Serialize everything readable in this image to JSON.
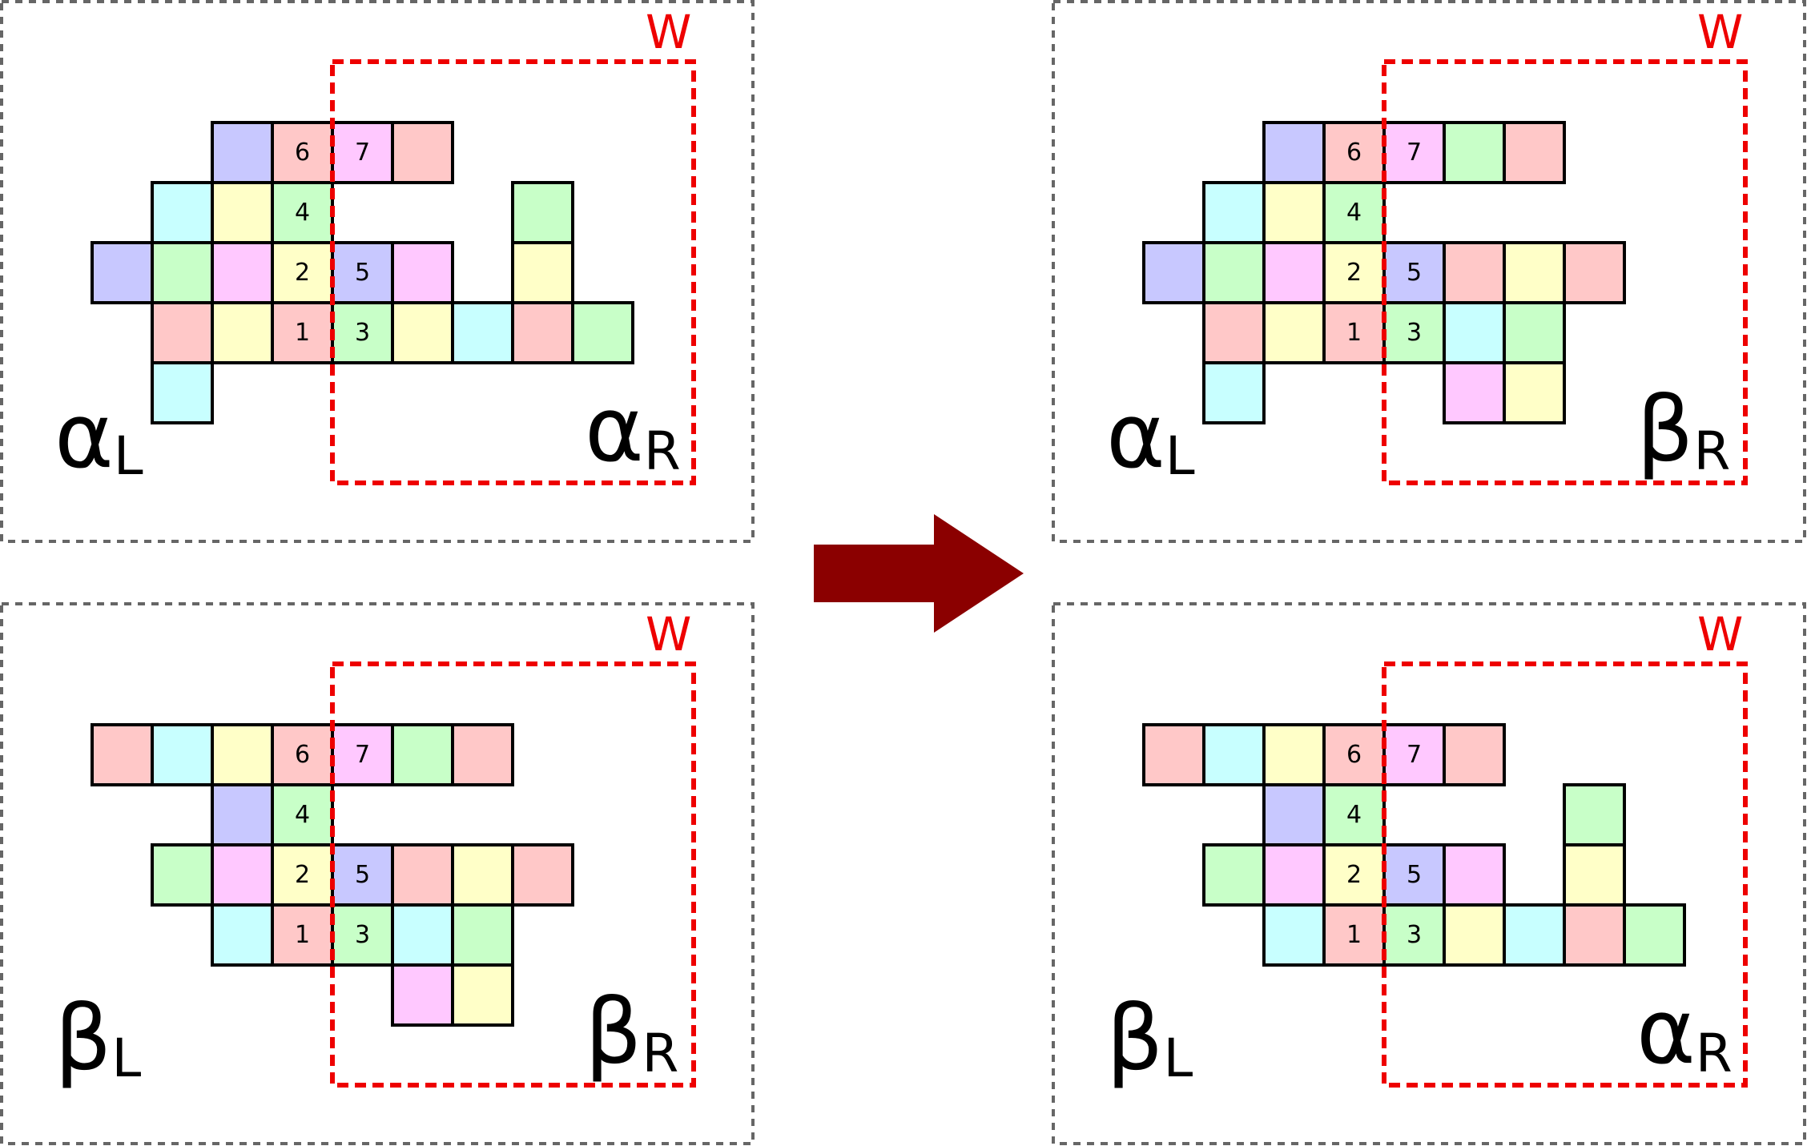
{
  "colors": {
    "pink": "#ffc8c8",
    "cyan": "#c8ffff",
    "yellow": "#ffffc8",
    "green": "#c8ffc8",
    "blue": "#c8c8ff",
    "magenta": "#ffc8ff",
    "window": "#ee0000",
    "arrow": "#8b0000",
    "frame": "#666666"
  },
  "arrow": {
    "icon": "right-arrow-icon"
  },
  "panels": [
    {
      "id": "top-left",
      "window_label": "W",
      "left_label": {
        "greek": "α",
        "sub": "L"
      },
      "right_label": {
        "greek": "α",
        "sub": "R"
      },
      "cells": [
        {
          "c": 3,
          "r": 0,
          "color": "blue",
          "num": ""
        },
        {
          "c": 4,
          "r": 0,
          "color": "pink",
          "num": "6"
        },
        {
          "c": 5,
          "r": 0,
          "color": "magenta",
          "num": "7"
        },
        {
          "c": 6,
          "r": 0,
          "color": "pink",
          "num": ""
        },
        {
          "c": 2,
          "r": 1,
          "color": "cyan",
          "num": ""
        },
        {
          "c": 3,
          "r": 1,
          "color": "yellow",
          "num": ""
        },
        {
          "c": 4,
          "r": 1,
          "color": "green",
          "num": "4"
        },
        {
          "c": 8,
          "r": 1,
          "color": "green",
          "num": ""
        },
        {
          "c": 1,
          "r": 2,
          "color": "blue",
          "num": ""
        },
        {
          "c": 2,
          "r": 2,
          "color": "green",
          "num": ""
        },
        {
          "c": 3,
          "r": 2,
          "color": "magenta",
          "num": ""
        },
        {
          "c": 4,
          "r": 2,
          "color": "yellow",
          "num": "2"
        },
        {
          "c": 5,
          "r": 2,
          "color": "blue",
          "num": "5"
        },
        {
          "c": 6,
          "r": 2,
          "color": "magenta",
          "num": ""
        },
        {
          "c": 8,
          "r": 2,
          "color": "yellow",
          "num": ""
        },
        {
          "c": 2,
          "r": 3,
          "color": "pink",
          "num": ""
        },
        {
          "c": 3,
          "r": 3,
          "color": "yellow",
          "num": ""
        },
        {
          "c": 4,
          "r": 3,
          "color": "pink",
          "num": "1"
        },
        {
          "c": 5,
          "r": 3,
          "color": "green",
          "num": "3"
        },
        {
          "c": 6,
          "r": 3,
          "color": "yellow",
          "num": ""
        },
        {
          "c": 7,
          "r": 3,
          "color": "cyan",
          "num": ""
        },
        {
          "c": 8,
          "r": 3,
          "color": "pink",
          "num": ""
        },
        {
          "c": 9,
          "r": 3,
          "color": "green",
          "num": ""
        },
        {
          "c": 2,
          "r": 4,
          "color": "cyan",
          "num": ""
        }
      ]
    },
    {
      "id": "top-right",
      "window_label": "W",
      "left_label": {
        "greek": "α",
        "sub": "L"
      },
      "right_label": {
        "greek": "β",
        "sub": "R"
      },
      "cells": [
        {
          "c": 3,
          "r": 0,
          "color": "blue",
          "num": ""
        },
        {
          "c": 4,
          "r": 0,
          "color": "pink",
          "num": "6"
        },
        {
          "c": 5,
          "r": 0,
          "color": "magenta",
          "num": "7"
        },
        {
          "c": 6,
          "r": 0,
          "color": "green",
          "num": ""
        },
        {
          "c": 7,
          "r": 0,
          "color": "pink",
          "num": ""
        },
        {
          "c": 2,
          "r": 1,
          "color": "cyan",
          "num": ""
        },
        {
          "c": 3,
          "r": 1,
          "color": "yellow",
          "num": ""
        },
        {
          "c": 4,
          "r": 1,
          "color": "green",
          "num": "4"
        },
        {
          "c": 1,
          "r": 2,
          "color": "blue",
          "num": ""
        },
        {
          "c": 2,
          "r": 2,
          "color": "green",
          "num": ""
        },
        {
          "c": 3,
          "r": 2,
          "color": "magenta",
          "num": ""
        },
        {
          "c": 4,
          "r": 2,
          "color": "yellow",
          "num": "2"
        },
        {
          "c": 5,
          "r": 2,
          "color": "blue",
          "num": "5"
        },
        {
          "c": 6,
          "r": 2,
          "color": "pink",
          "num": ""
        },
        {
          "c": 7,
          "r": 2,
          "color": "yellow",
          "num": ""
        },
        {
          "c": 8,
          "r": 2,
          "color": "pink",
          "num": ""
        },
        {
          "c": 2,
          "r": 3,
          "color": "pink",
          "num": ""
        },
        {
          "c": 3,
          "r": 3,
          "color": "yellow",
          "num": ""
        },
        {
          "c": 4,
          "r": 3,
          "color": "pink",
          "num": "1"
        },
        {
          "c": 5,
          "r": 3,
          "color": "green",
          "num": "3"
        },
        {
          "c": 6,
          "r": 3,
          "color": "cyan",
          "num": ""
        },
        {
          "c": 7,
          "r": 3,
          "color": "green",
          "num": ""
        },
        {
          "c": 2,
          "r": 4,
          "color": "cyan",
          "num": ""
        },
        {
          "c": 6,
          "r": 4,
          "color": "magenta",
          "num": ""
        },
        {
          "c": 7,
          "r": 4,
          "color": "yellow",
          "num": ""
        }
      ]
    },
    {
      "id": "bottom-left",
      "window_label": "W",
      "left_label": {
        "greek": "β",
        "sub": "L"
      },
      "right_label": {
        "greek": "β",
        "sub": "R"
      },
      "cells": [
        {
          "c": 1,
          "r": 0,
          "color": "pink",
          "num": ""
        },
        {
          "c": 2,
          "r": 0,
          "color": "cyan",
          "num": ""
        },
        {
          "c": 3,
          "r": 0,
          "color": "yellow",
          "num": ""
        },
        {
          "c": 4,
          "r": 0,
          "color": "pink",
          "num": "6"
        },
        {
          "c": 5,
          "r": 0,
          "color": "magenta",
          "num": "7"
        },
        {
          "c": 6,
          "r": 0,
          "color": "green",
          "num": ""
        },
        {
          "c": 7,
          "r": 0,
          "color": "pink",
          "num": ""
        },
        {
          "c": 3,
          "r": 1,
          "color": "blue",
          "num": ""
        },
        {
          "c": 4,
          "r": 1,
          "color": "green",
          "num": "4"
        },
        {
          "c": 2,
          "r": 2,
          "color": "green",
          "num": ""
        },
        {
          "c": 3,
          "r": 2,
          "color": "magenta",
          "num": ""
        },
        {
          "c": 4,
          "r": 2,
          "color": "yellow",
          "num": "2"
        },
        {
          "c": 5,
          "r": 2,
          "color": "blue",
          "num": "5"
        },
        {
          "c": 6,
          "r": 2,
          "color": "pink",
          "num": ""
        },
        {
          "c": 7,
          "r": 2,
          "color": "yellow",
          "num": ""
        },
        {
          "c": 8,
          "r": 2,
          "color": "pink",
          "num": ""
        },
        {
          "c": 3,
          "r": 3,
          "color": "cyan",
          "num": ""
        },
        {
          "c": 4,
          "r": 3,
          "color": "pink",
          "num": "1"
        },
        {
          "c": 5,
          "r": 3,
          "color": "green",
          "num": "3"
        },
        {
          "c": 6,
          "r": 3,
          "color": "cyan",
          "num": ""
        },
        {
          "c": 7,
          "r": 3,
          "color": "green",
          "num": ""
        },
        {
          "c": 6,
          "r": 4,
          "color": "magenta",
          "num": ""
        },
        {
          "c": 7,
          "r": 4,
          "color": "yellow",
          "num": ""
        }
      ]
    },
    {
      "id": "bottom-right",
      "window_label": "W",
      "left_label": {
        "greek": "β",
        "sub": "L"
      },
      "right_label": {
        "greek": "α",
        "sub": "R"
      },
      "cells": [
        {
          "c": 1,
          "r": 0,
          "color": "pink",
          "num": ""
        },
        {
          "c": 2,
          "r": 0,
          "color": "cyan",
          "num": ""
        },
        {
          "c": 3,
          "r": 0,
          "color": "yellow",
          "num": ""
        },
        {
          "c": 4,
          "r": 0,
          "color": "pink",
          "num": "6"
        },
        {
          "c": 5,
          "r": 0,
          "color": "magenta",
          "num": "7"
        },
        {
          "c": 6,
          "r": 0,
          "color": "pink",
          "num": ""
        },
        {
          "c": 3,
          "r": 1,
          "color": "blue",
          "num": ""
        },
        {
          "c": 4,
          "r": 1,
          "color": "green",
          "num": "4"
        },
        {
          "c": 8,
          "r": 1,
          "color": "green",
          "num": ""
        },
        {
          "c": 2,
          "r": 2,
          "color": "green",
          "num": ""
        },
        {
          "c": 3,
          "r": 2,
          "color": "magenta",
          "num": ""
        },
        {
          "c": 4,
          "r": 2,
          "color": "yellow",
          "num": "2"
        },
        {
          "c": 5,
          "r": 2,
          "color": "blue",
          "num": "5"
        },
        {
          "c": 6,
          "r": 2,
          "color": "magenta",
          "num": ""
        },
        {
          "c": 8,
          "r": 2,
          "color": "yellow",
          "num": ""
        },
        {
          "c": 3,
          "r": 3,
          "color": "cyan",
          "num": ""
        },
        {
          "c": 4,
          "r": 3,
          "color": "pink",
          "num": "1"
        },
        {
          "c": 5,
          "r": 3,
          "color": "green",
          "num": "3"
        },
        {
          "c": 6,
          "r": 3,
          "color": "yellow",
          "num": ""
        },
        {
          "c": 7,
          "r": 3,
          "color": "cyan",
          "num": ""
        },
        {
          "c": 8,
          "r": 3,
          "color": "pink",
          "num": ""
        },
        {
          "c": 9,
          "r": 3,
          "color": "green",
          "num": ""
        }
      ]
    }
  ]
}
